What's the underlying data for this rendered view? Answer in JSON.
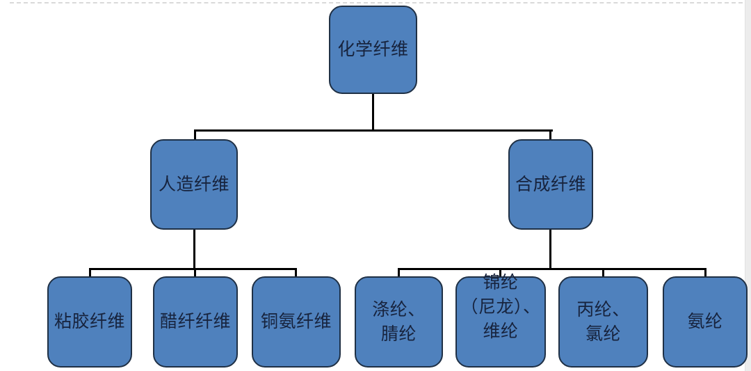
{
  "diagram": {
    "type": "tree-org-chart",
    "nodes": {
      "root": {
        "label": "化学纤维"
      },
      "man_made": {
        "label": "人造纤维"
      },
      "synthetic": {
        "label": "合成纤维"
      },
      "viscose": {
        "label": "粘胶纤维"
      },
      "acetate": {
        "label": "醋纤纤维"
      },
      "cuprammonium": {
        "label": "铜氨纤维"
      },
      "polyester_acrylic": {
        "label": "涤纶、\n腈纶"
      },
      "nylon_vinylon": {
        "label": "锦纶\n（尼龙）、\n维纶"
      },
      "polypropylene_chlorofiber": {
        "label": "丙纶、\n氯纶"
      },
      "spandex": {
        "label": "氨纶"
      }
    },
    "hierarchy": {
      "化学纤维": {
        "人造纤维": [
          "粘胶纤维",
          "醋纤纤维",
          "铜氨纤维"
        ],
        "合成纤维": [
          "涤纶、腈纶",
          "锦纶（尼龙）、维纶",
          "丙纶、氯纶",
          "氨纶"
        ]
      }
    }
  },
  "colors": {
    "node_fill": "#4f81bd",
    "node_border": "#1f3045",
    "connector": "#000000",
    "node_text": "#17233d"
  }
}
